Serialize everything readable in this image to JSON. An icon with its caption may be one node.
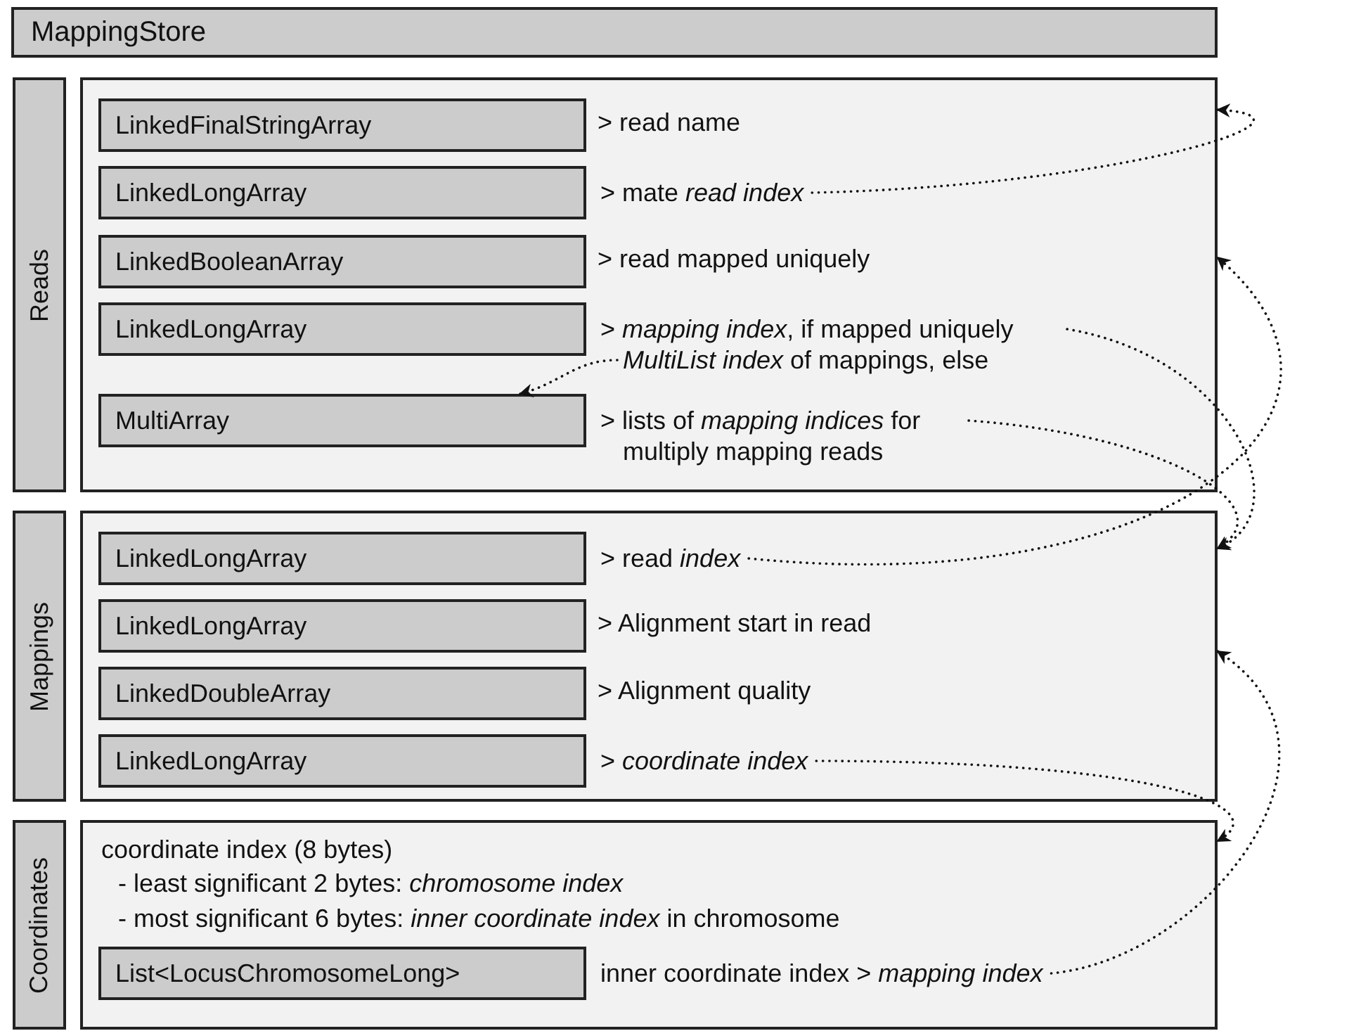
{
  "diagram": {
    "nodes": [
      {
        "text": [
          "MappingStore"
        ]
      },
      {
        "text": [
          "Reads"
        ]
      },
      {
        "text": [],
        "shape": "box"
      },
      {
        "text": [
          "LinkedFinalStringArray"
        ],
        "in": 2
      },
      {
        "text": [
          "LinkedLongArray"
        ],
        "in": 2
      },
      {
        "text": [
          "> mate *read index*"
        ],
        "in": 2
      },
      {
        "text": [
          "LinkedBooleanArray"
        ],
        "in": 2
      },
      {
        "text": [
          "LinkedLongArray"
        ],
        "in": 2
      },
      {
        "text": [
          "> *mapping index*, if mapped uniquely *MultiList index* of mappings, else"
        ],
        "in": 2
      },
      {
        "text": [
          "MultiArray"
        ],
        "in": 2
      },
      {
        "text": [
          "> lists of *mapping indices* for multiply mapping reads"
        ],
        "in": 2
      },
      {
        "text": [
          "Mappings"
        ]
      },
      {
        "text": [],
        "shape": "box"
      },
      {
        "text": [
          "LinkedLongArray"
        ],
        "in": 12
      },
      {
        "text": [
          "> read *index*"
        ],
        "in": 12
      },
      {
        "text": [
          "LinkedLongArray"
        ],
        "in": 12
      },
      {
        "text": [
          "LinkedDoubleArray"
        ],
        "in": 12
      },
      {
        "text": [
          "LinkedLongArray"
        ],
        "in": 12
      },
      {
        "text": [
          "> *coordinate index*"
        ],
        "in": 12
      },
      {
        "text": [
          "Coordinates"
        ]
      },
      {
        "text": [
          "coordinate index (8 bytes)",
          "- least significant 2 bytes: *chromosome index*",
          "- most significant 6 bytes: *inner coordinate index* in chromosome"
        ]
      },
      {
        "text": [
          "List<LocusChromosomeLong>"
        ],
        "in": 20
      },
      {
        "text": [
          "inner coordinate index > *mapping index*"
        ],
        "in": 20
      }
    ],
    "edges": [
      {
        "from": 5,
        "to": 2,
        "arrow": "to"
      },
      {
        "from": 8,
        "to": 9,
        "arrow": "to"
      },
      {
        "from": 8,
        "to": 12,
        "arrow": "to"
      },
      {
        "from": 10,
        "to": 12,
        "arrow": "to"
      },
      {
        "from": 14,
        "to": 2,
        "arrow": "to"
      },
      {
        "from": 18,
        "to": 20,
        "arrow": "to"
      },
      {
        "from": 22,
        "to": 12,
        "arrow": "to"
      }
    ],
    "labels": [
      "> read name",
      "> read mapped uniquely",
      "> Alignment start in read",
      "> Alignment quality"
    ]
  }
}
